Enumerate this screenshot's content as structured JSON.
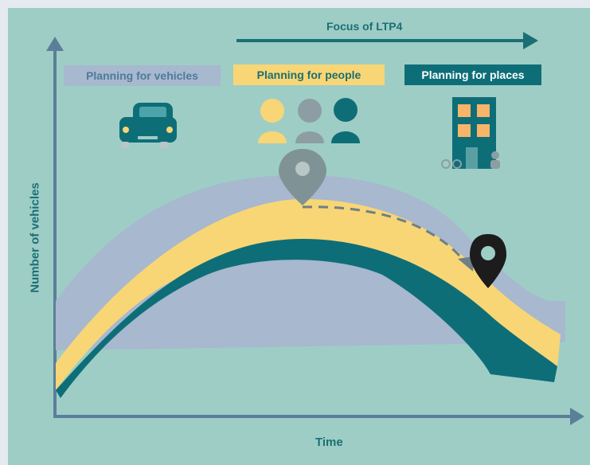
{
  "diagram": {
    "focus_label": "Focus of LTP4",
    "y_axis_label": "Number of vehicles",
    "x_axis_label": "Time",
    "bands": [
      {
        "label": "Planning for vehicles",
        "color": "#a7b8cf",
        "text_color": "#4f7a9a"
      },
      {
        "label": "Planning for people",
        "color": "#f8d675",
        "text_color": "#1b6f74"
      },
      {
        "label": "Planning for places",
        "color": "#0e6e78",
        "text_color": "#ffffff"
      }
    ],
    "colors": {
      "axis": "#5b7f99",
      "teal": "#1b6f74",
      "pin_grey": "#7f9397",
      "pin_black": "#1c1c1c"
    },
    "icons": [
      "car-icon",
      "people-icon",
      "building-icon",
      "location-pin-icon"
    ]
  }
}
